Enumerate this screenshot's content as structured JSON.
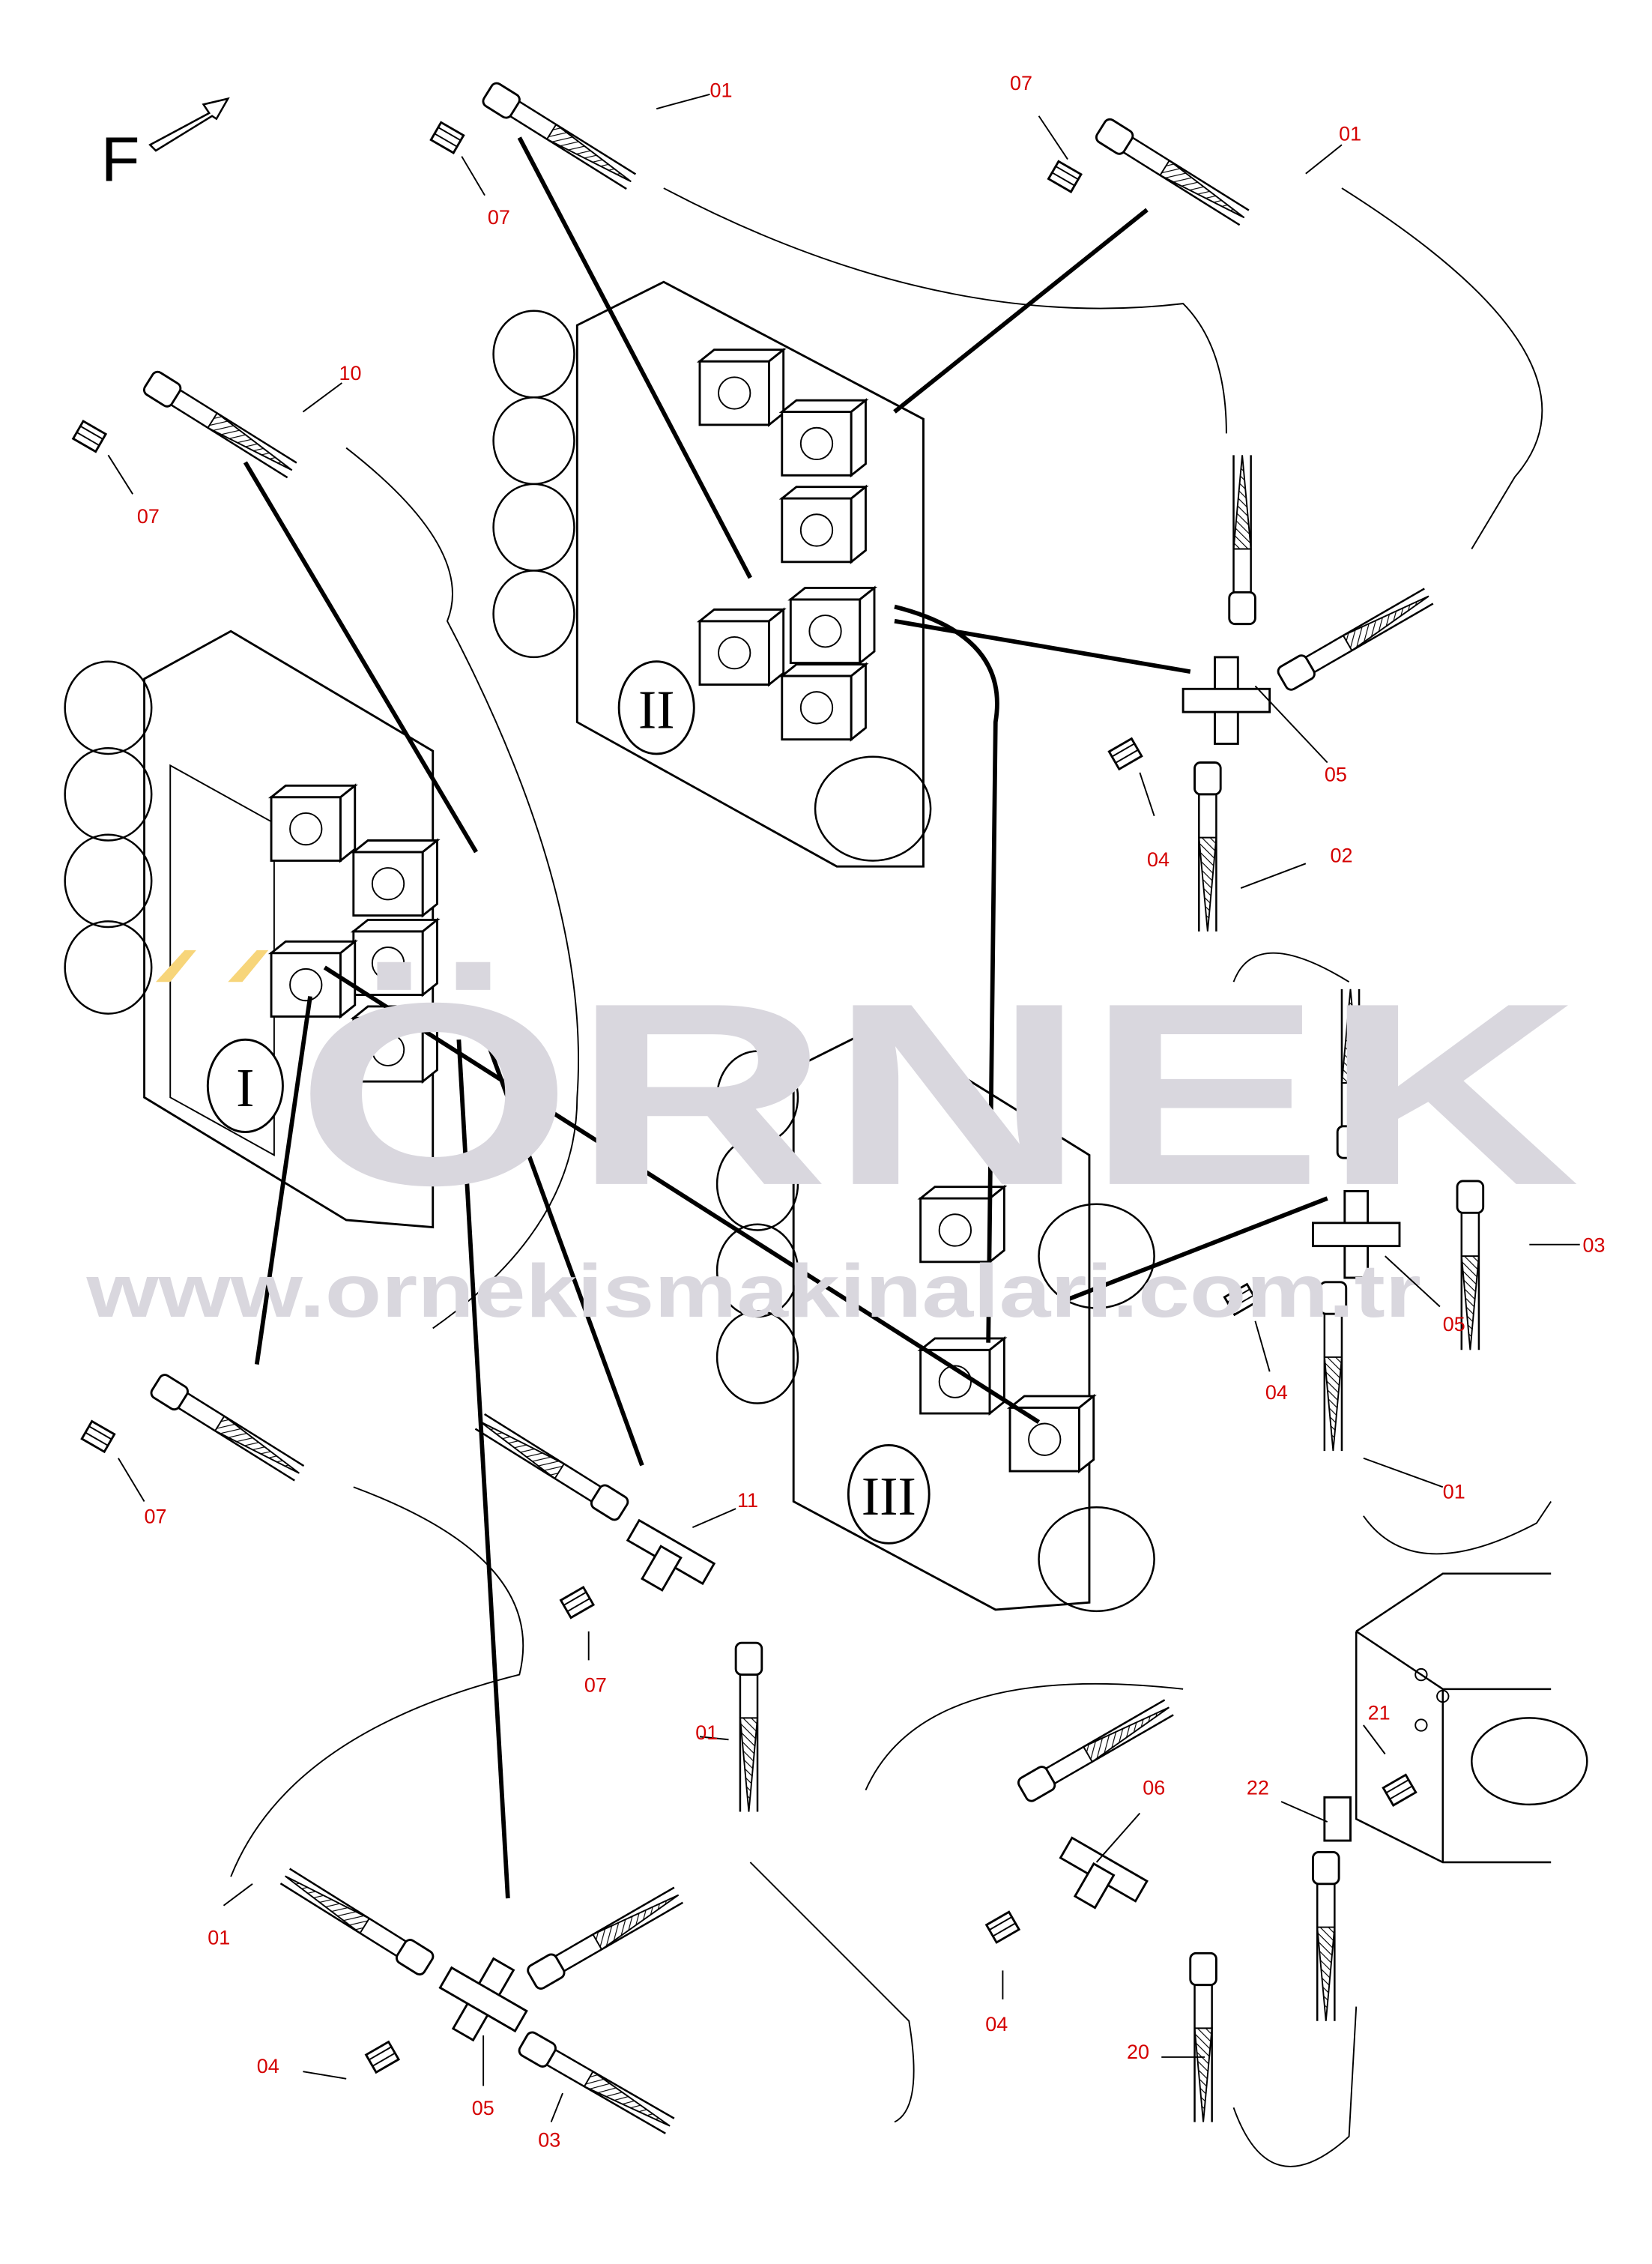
{
  "diagram": {
    "orientation_label": "F",
    "watermark": {
      "brand": "ÖRNEK",
      "url": "www.ornekismakinalari.com.tr",
      "accent_color": "#f7d57a"
    },
    "valve_blocks": [
      "I",
      "II",
      "III"
    ],
    "callouts": [
      "01",
      "07",
      "07",
      "01",
      "10",
      "07",
      "05",
      "04",
      "02",
      "05",
      "03",
      "04",
      "01",
      "07",
      "11",
      "07",
      "01",
      "01",
      "04",
      "05",
      "03",
      "06",
      "21",
      "22",
      "04",
      "20"
    ],
    "callout_color": "#d40000"
  }
}
